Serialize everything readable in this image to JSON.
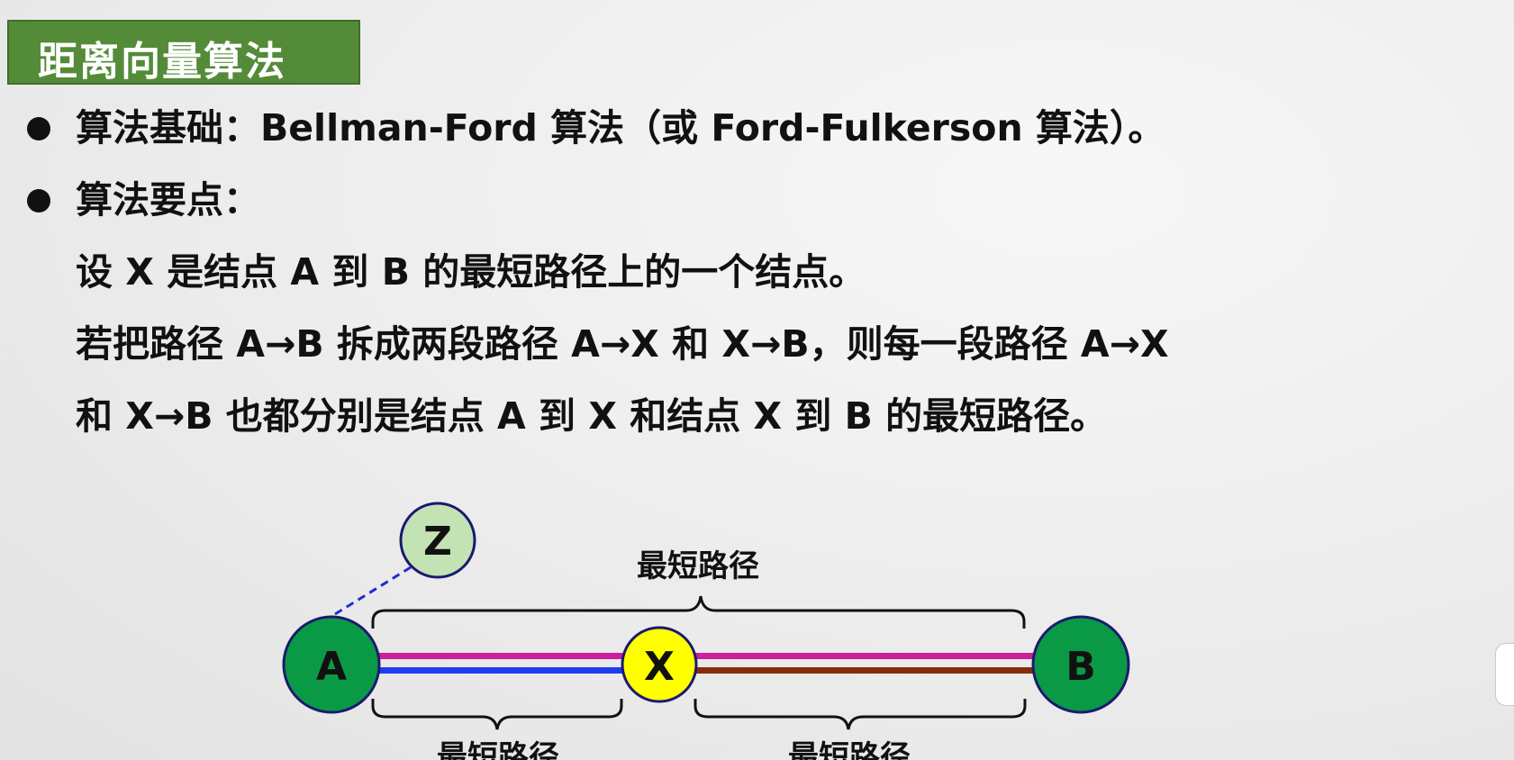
{
  "slide": {
    "title": "距离向量算法",
    "bullets": [
      {
        "text": "算法基础：Bellman-Ford 算法（或 Ford-Fulkerson 算法）。"
      },
      {
        "text": "算法要点："
      }
    ],
    "body_lines": [
      "设 X 是结点 A 到 B 的最短路径上的一个结点。",
      "若把路径 A→B 拆成两段路径 A→X 和 X→B，则每一段路径 A→X",
      "和 X→B 也都分别是结点 A 到 X 和结点 X 到 B 的最短路径。"
    ]
  },
  "diagram": {
    "nodes": {
      "A": {
        "label": "A",
        "color": "#0a9a45"
      },
      "X": {
        "label": "X",
        "color": "#ffff00"
      },
      "B": {
        "label": "B",
        "color": "#0a9a45"
      },
      "Z": {
        "label": "Z",
        "color": "#c4e3b4"
      }
    },
    "brace_labels": {
      "top": "最短路径",
      "bottom_left": "最短路径",
      "bottom_right": "最短路径"
    },
    "colors": {
      "magenta_path": "#cc1f9c",
      "blue_path": "#1f3cf0",
      "brown_path": "#8b2a0a",
      "dashed_link": "#1f2fd0",
      "node_border": "#1a1a70"
    }
  }
}
